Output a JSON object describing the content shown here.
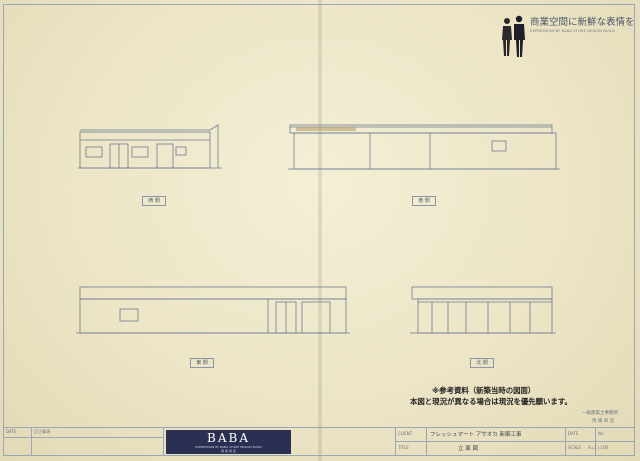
{
  "header": {
    "tagline": "商業空間に新鮮な表情を",
    "subline": "EXPRESSION BY BABA STORE DESIGN BUILD"
  },
  "elevations": {
    "west": "西 側",
    "south": "南 側",
    "east": "東 側",
    "north": "北 側"
  },
  "note": {
    "line1": "※参考資料（新築当時の図面）",
    "line2": "本図と現況が異なる場合は現況を優先願います。"
  },
  "registration": {
    "line1": "一級建築士事務所",
    "line2": "馬 場 商 店"
  },
  "titleblock": {
    "date_label": "DATE",
    "revision_label": "訂正事項",
    "client_label": "CLIENT",
    "client_value": "フレッシュマート アサオカ 新築工事",
    "title_label": "TITLE",
    "title_value": "立 面 図",
    "date2_label": "DATE",
    "no_label": "No.",
    "scale_label": "SCALE",
    "scale_value": "A=1 | 100",
    "brand": "BABA",
    "brand_sub1": "EXPRESSION BY BABA STORE DESIGN BUILD",
    "brand_sub2": "馬 場 商 店"
  },
  "colors": {
    "ink": "#5d6b80",
    "paper": "#eee8ca",
    "brand": "#2b2f52"
  }
}
